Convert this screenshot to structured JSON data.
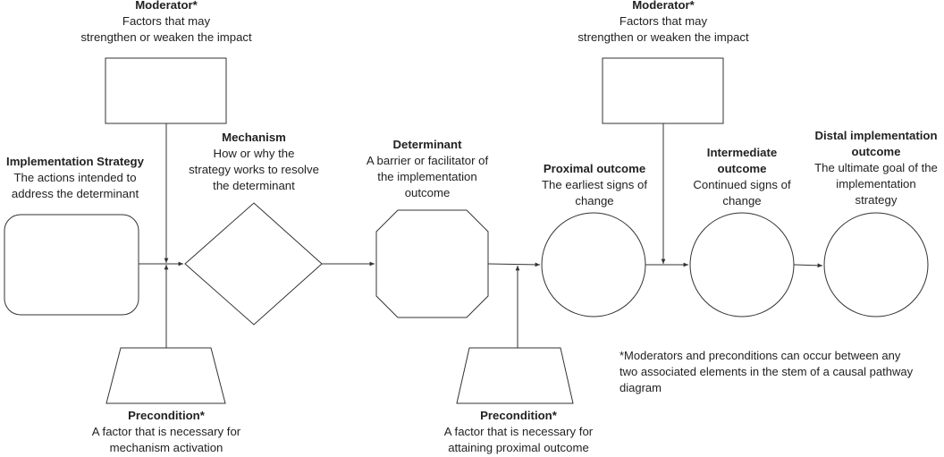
{
  "labels": {
    "moderator_left": {
      "title": "Moderator*",
      "lines": [
        "Factors that may",
        "strengthen or weaken the impact"
      ]
    },
    "moderator_right": {
      "title": "Moderator*",
      "lines": [
        "Factors that may",
        "strengthen or weaken the impact"
      ]
    },
    "strategy": {
      "title": "Implementation Strategy",
      "lines": [
        "The actions intended to",
        "address the determinant"
      ]
    },
    "mechanism": {
      "title": "Mechanism",
      "lines": [
        "How or why the",
        "strategy works to resolve",
        "the determinant"
      ]
    },
    "determinant": {
      "title": "Determinant",
      "lines": [
        "A barrier or facilitator of",
        "the implementation",
        "outcome"
      ]
    },
    "proximal": {
      "title": "Proximal outcome",
      "lines": [
        "The earliest signs of",
        "change"
      ]
    },
    "intermediate": {
      "title": "Intermediate",
      "title2": "outcome",
      "lines": [
        "Continued signs of",
        "change"
      ]
    },
    "distal": {
      "title": "Distal implementation",
      "title2": "outcome",
      "lines": [
        "The ultimate goal of the",
        "implementation",
        "strategy"
      ]
    },
    "precondition_left": {
      "title": "Precondition*",
      "lines": [
        "A factor that is necessary for",
        "mechanism activation"
      ]
    },
    "precondition_right": {
      "title": "Precondition*",
      "lines": [
        "A factor that is necessary for",
        "attaining proximal outcome"
      ]
    }
  },
  "footnote": {
    "line1": "*Moderators and preconditions can occur between any",
    "line2": "two associated elements in the stem of a causal pathway",
    "line3": "diagram"
  }
}
